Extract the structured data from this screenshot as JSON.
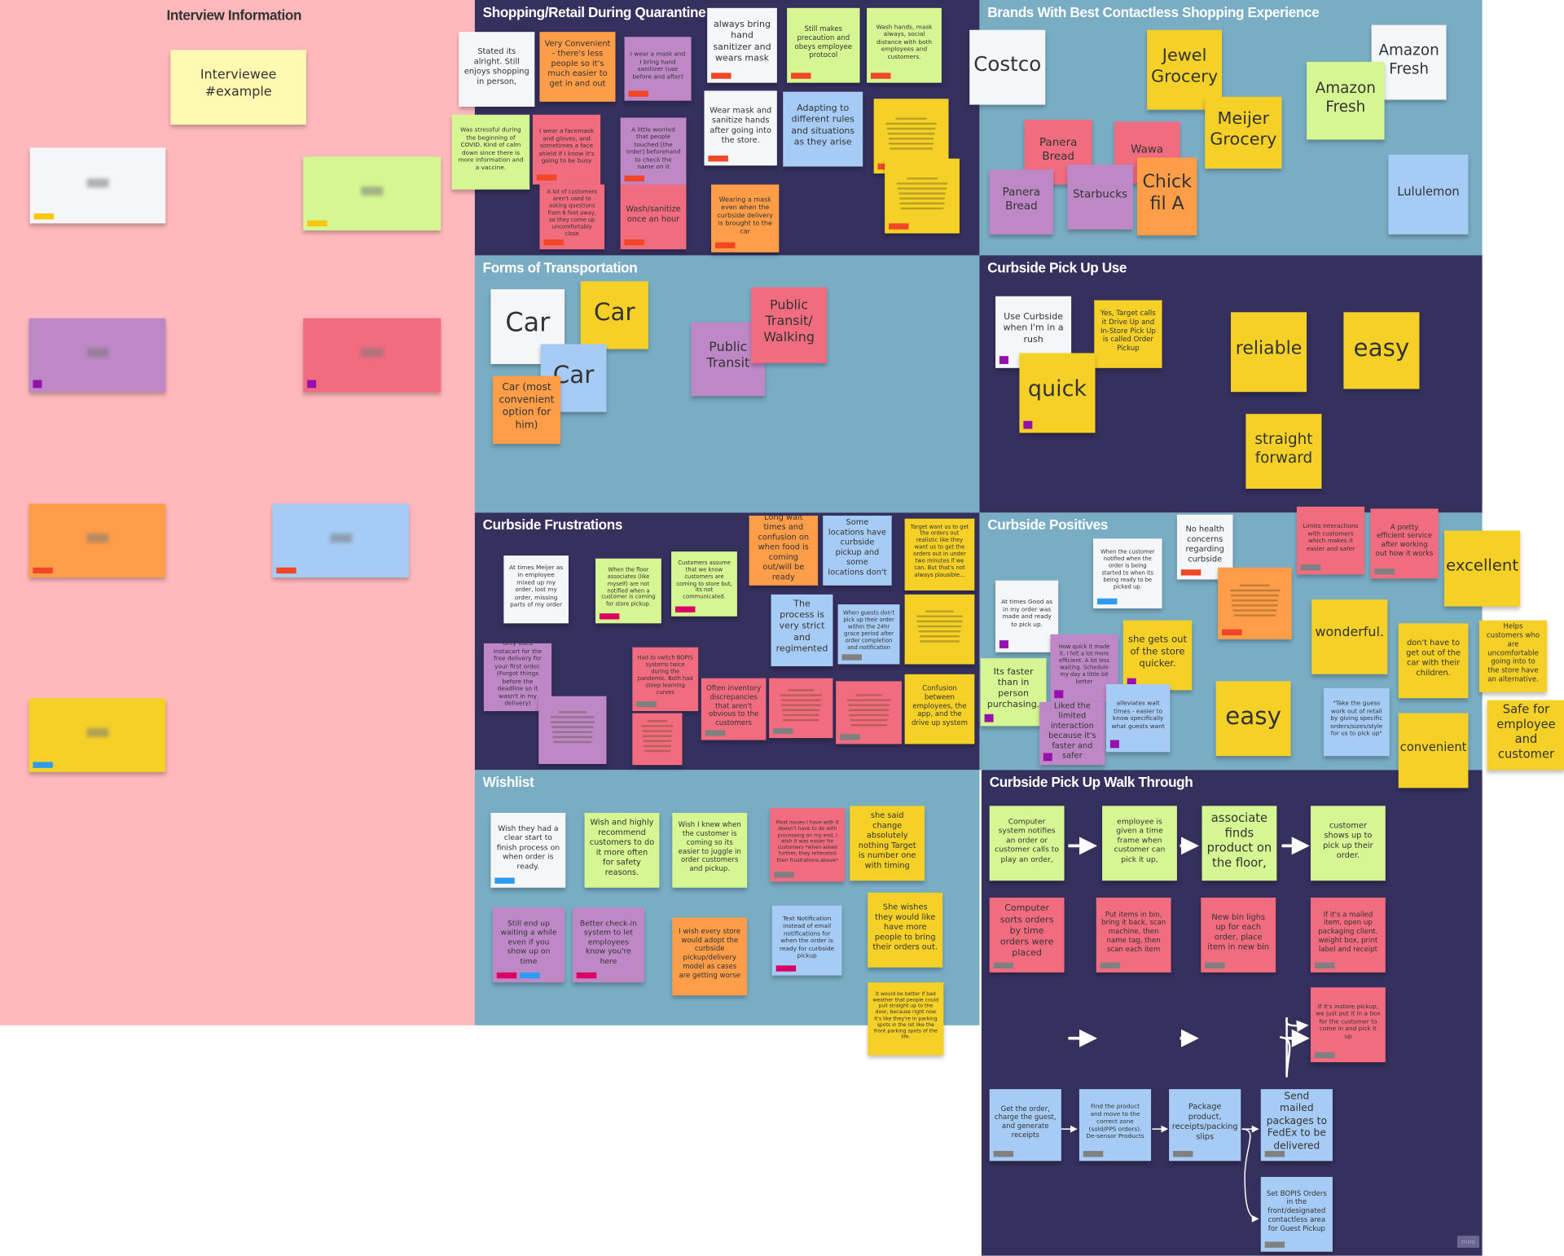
{
  "board": {
    "watermark": "miro"
  },
  "palette": {
    "white": "#f5f6f8",
    "yellow": "#f5d128",
    "lightyellow": "#fff9b1",
    "green": "#d5f692",
    "orange": "#ff9d48",
    "pink": "#f16c7f",
    "purple": "#be88c7",
    "blue": "#a6ccf5",
    "tag_red": "#f24726",
    "tag_pink": "#da0063",
    "tag_gray": "#808080",
    "tag_blue": "#2d9bf0",
    "tag_purple": "#9510ac",
    "tag_yellow": "#fac710",
    "frame_pink": "#ffb9bc",
    "frame_dark": "#35305e",
    "frame_blue": "#79adc4"
  },
  "sections": [
    {
      "id": "interview",
      "title": "Interview Information",
      "notes": [
        {
          "text": "Interviewee #example",
          "color": "lightyellow",
          "tags": []
        },
        {
          "text": "",
          "blurred": true,
          "color": "white",
          "tags": [
            "tag_yellow"
          ]
        },
        {
          "text": "",
          "blurred": true,
          "color": "green",
          "tags": [
            "tag_yellow"
          ]
        },
        {
          "text": "",
          "blurred": true,
          "color": "purple",
          "tags": [
            "tag_purple"
          ]
        },
        {
          "text": "",
          "blurred": true,
          "color": "pink",
          "tags": [
            "tag_purple"
          ]
        },
        {
          "text": "",
          "blurred": true,
          "color": "orange",
          "tags": [
            "tag_red"
          ]
        },
        {
          "text": "",
          "blurred": true,
          "color": "blue",
          "tags": [
            "tag_red"
          ]
        },
        {
          "text": "",
          "blurred": true,
          "color": "yellow",
          "tags": [
            "tag_blue"
          ]
        }
      ]
    },
    {
      "id": "shopping",
      "title": "Shopping/Retail During Quarantine",
      "notes": [
        {
          "text": "Stated its alright. Still enjoys shopping in person,",
          "color": "white",
          "tags": []
        },
        {
          "text": "Very Convenient - there's less people so it's much easier to get in and out",
          "color": "orange",
          "tags": []
        },
        {
          "text": "I wear a mask and I bring hand sanitizer (use before and after)",
          "color": "purple",
          "tags": [
            "tag_red"
          ]
        },
        {
          "text": "always bring hand sanitizer and wears mask",
          "color": "white",
          "tags": [
            "tag_red"
          ]
        },
        {
          "text": "Still makes precaution and obeys employee protocol",
          "color": "green",
          "tags": [
            "tag_red"
          ]
        },
        {
          "text": "Wash hands, mask always, social distance with both employees and customers.",
          "color": "green",
          "tags": [
            "tag_red"
          ]
        },
        {
          "text": "Was stressful during the beginning of COVID. Kind of calm down since there is more information and a vaccine.",
          "color": "green",
          "tags": []
        },
        {
          "text": "I wear a facemask and gloves, and sometimes a face shield if I know it's going to be busy",
          "color": "pink",
          "tags": [
            "tag_red"
          ]
        },
        {
          "text": "A little worried that people touched [the order] beforehand to check the name on it",
          "color": "purple",
          "tags": [
            "tag_red"
          ]
        },
        {
          "text": "Wear mask and sanitize hands after going into the store.",
          "color": "white",
          "tags": [
            "tag_red"
          ]
        },
        {
          "text": "Adapting to different rules and situations as they arise",
          "color": "blue",
          "tags": []
        },
        {
          "text": "",
          "illegible": true,
          "color": "yellow",
          "tags": [
            "tag_red"
          ]
        },
        {
          "text": "",
          "illegible": true,
          "color": "yellow",
          "tags": [
            "tag_red"
          ]
        },
        {
          "text": "A lot of customers aren't used to asking questions from 6 feet away, so they come up uncomfortably close",
          "color": "pink",
          "tags": [
            "tag_red"
          ]
        },
        {
          "text": "Wash/sanitize once an hour",
          "color": "pink",
          "tags": [
            "tag_red"
          ]
        },
        {
          "text": "Wearing a mask even when the curbside delivery is brought to the car",
          "color": "orange",
          "tags": [
            "tag_red"
          ]
        }
      ]
    },
    {
      "id": "brands",
      "title": "Brands With Best Contactless Shopping Experience",
      "notes": [
        {
          "text": "Costco",
          "color": "white",
          "tags": []
        },
        {
          "text": "Jewel Grocery",
          "color": "yellow",
          "tags": []
        },
        {
          "text": "Amazon Fresh",
          "color": "white",
          "tags": []
        },
        {
          "text": "Amazon Fresh",
          "color": "green",
          "tags": []
        },
        {
          "text": "Meijer Grocery",
          "color": "yellow",
          "tags": []
        },
        {
          "text": "Panera Bread",
          "color": "pink",
          "tags": []
        },
        {
          "text": "Wawa",
          "color": "pink",
          "tags": []
        },
        {
          "text": "Panera Bread",
          "color": "purple",
          "tags": []
        },
        {
          "text": "Starbucks",
          "color": "purple",
          "tags": []
        },
        {
          "text": "Chick fil A",
          "color": "orange",
          "tags": []
        },
        {
          "text": "Lululemon",
          "color": "blue",
          "tags": []
        }
      ]
    },
    {
      "id": "transport",
      "title": "Forms of Transportation",
      "notes": [
        {
          "text": "Car",
          "color": "white",
          "tags": []
        },
        {
          "text": "Car",
          "color": "yellow",
          "tags": []
        },
        {
          "text": "Car",
          "color": "blue",
          "tags": []
        },
        {
          "text": "Car (most convenient option for him)",
          "color": "orange",
          "tags": []
        },
        {
          "text": "Public Transit",
          "color": "purple",
          "tags": []
        },
        {
          "text": "Public Transit/ Walking",
          "color": "pink",
          "tags": []
        }
      ]
    },
    {
      "id": "pickupuse",
      "title": "Curbside Pick Up Use",
      "notes": [
        {
          "text": "Use Curbside when I'm in a rush",
          "color": "white",
          "tags": [
            "tag_purple"
          ]
        },
        {
          "text": "Yes, Target calls it Drive Up and In-Store Pick Up is called Order Pickup",
          "color": "yellow",
          "tags": []
        },
        {
          "text": "quick",
          "color": "yellow",
          "tags": [
            "tag_purple"
          ]
        },
        {
          "text": "reliable",
          "color": "yellow",
          "tags": []
        },
        {
          "text": "easy",
          "color": "yellow",
          "tags": []
        },
        {
          "text": "straight forward",
          "color": "yellow",
          "tags": []
        }
      ]
    },
    {
      "id": "frustrations",
      "title": "Curbside Frustrations",
      "notes": [
        {
          "text": "At times Meijer as in employee mixed up my order, lost my order, missing parts of my order",
          "color": "white",
          "tags": []
        },
        {
          "text": "When the floor associates (like myself) are not notified when a customer is coming for store pickup.",
          "color": "green",
          "tags": [
            "tag_pink"
          ]
        },
        {
          "text": "Customers assume that we know customers are coming to store but, its not communicated.",
          "color": "green",
          "tags": [
            "tag_pink"
          ]
        },
        {
          "text": "Long wait times and confusion on when food is coming out/will be ready",
          "color": "orange",
          "tags": []
        },
        {
          "text": "Some locations have curbside pickup and some locations don't",
          "color": "blue",
          "tags": []
        },
        {
          "text": "Target want us to get the orders out realistic like they want us to get the orders out in under two minutes if we can. But that's not always plausible...",
          "color": "yellow",
          "tags": []
        },
        {
          "text": "The process is very strict and regimented",
          "color": "blue",
          "tags": []
        },
        {
          "text": "When guests don't pick up their order within the 24hr grace period after order completion and notification",
          "color": "blue",
          "tags": [
            "tag_gray"
          ]
        },
        {
          "text": "",
          "illegible": true,
          "color": "yellow",
          "tags": []
        },
        {
          "text": "Only used Instacart for the free delivery for your first order. (Forgot things before the deadline so it wasn't in my delivery)",
          "color": "purple",
          "tags": []
        },
        {
          "text": "",
          "illegible": true,
          "color": "purple",
          "tags": []
        },
        {
          "text": "Had to switch BOPIS systems twice during the pandemic. Both had steep learning curves",
          "color": "pink",
          "tags": [
            "tag_gray"
          ]
        },
        {
          "text": "",
          "illegible": true,
          "color": "pink",
          "tags": []
        },
        {
          "text": "Often inventory discrepancies that aren't obvious to the customers",
          "color": "pink",
          "tags": [
            "tag_gray"
          ]
        },
        {
          "text": "",
          "illegible": true,
          "color": "pink",
          "tags": [
            "tag_gray"
          ]
        },
        {
          "text": "",
          "illegible": true,
          "color": "pink",
          "tags": [
            "tag_gray"
          ]
        },
        {
          "text": "Confusion between employees, the app, and the drive up system",
          "color": "yellow",
          "tags": []
        }
      ]
    },
    {
      "id": "positives",
      "title": "Curbside Positives",
      "notes": [
        {
          "text": "No health concerns regarding curbside",
          "color": "white",
          "tags": [
            "tag_red"
          ]
        },
        {
          "text": "When the customer notified when the order is being started to when its being ready to be picked up.",
          "color": "white",
          "tags": [
            "tag_blue"
          ]
        },
        {
          "text": "At times Good as in my order was made and ready to pick up.",
          "color": "white",
          "tags": [
            "tag_purple"
          ]
        },
        {
          "text": "",
          "illegible": true,
          "color": "orange",
          "tags": [
            "tag_red"
          ]
        },
        {
          "text": "Limits interactions with customers which makes it easier and safer",
          "color": "pink",
          "tags": [
            "tag_gray"
          ]
        },
        {
          "text": "A pretty efficient service after working out how it works",
          "color": "pink",
          "tags": [
            "tag_gray"
          ]
        },
        {
          "text": "excellent",
          "color": "yellow",
          "tags": []
        },
        {
          "text": "Its faster than in person purchasing.",
          "color": "green",
          "tags": [
            "tag_purple"
          ]
        },
        {
          "text": "How quick it made it. I felt a lot more efficient. A lot less waiting. Schedule my day a little bit better",
          "color": "purple",
          "tags": [
            "tag_purple"
          ]
        },
        {
          "text": "Liked the limited interaction because it's faster and safer",
          "color": "purple",
          "tags": [
            "tag_purple"
          ]
        },
        {
          "text": "she gets out of the store quicker.",
          "color": "yellow",
          "tags": [
            "tag_purple"
          ]
        },
        {
          "text": "alleviates wait times - easier to know specifically what guests want",
          "color": "blue",
          "tags": [
            "tag_purple"
          ]
        },
        {
          "text": "easy",
          "color": "yellow",
          "tags": []
        },
        {
          "text": "wonderful.",
          "color": "yellow",
          "tags": []
        },
        {
          "text": "don't have to get out of the car with their children.",
          "color": "yellow",
          "tags": []
        },
        {
          "text": "Helps customers who are uncomfortable going into to the store have an alternative.",
          "color": "yellow",
          "tags": []
        },
        {
          "text": "\"Take the guess work out of retail by giving specific orders/sizes/style for us to pick up\"",
          "color": "blue",
          "tags": []
        },
        {
          "text": "convenient",
          "color": "yellow",
          "tags": []
        },
        {
          "text": "Safe for employee and customer",
          "color": "yellow",
          "tags": []
        }
      ]
    },
    {
      "id": "wishlist",
      "title": "Wishlist",
      "notes": [
        {
          "text": "Wish they had a clear start to finish process on when order is ready.",
          "color": "white",
          "tags": [
            "tag_blue"
          ]
        },
        {
          "text": "Wish and highly recommend customers to do it more often for safety reasons.",
          "color": "green",
          "tags": []
        },
        {
          "text": "Wish I knew when the customer is coming so its easier to juggle in order customers and pickup.",
          "color": "green",
          "tags": []
        },
        {
          "text": "Most issues I have with it doesn't have to do with processing on my end, I wish it was easier for customers *when asked further, they reiterated their frustrations above*",
          "color": "pink",
          "tags": [
            "tag_gray"
          ]
        },
        {
          "text": "she said change absolutely nothing Target is number one with timing",
          "color": "yellow",
          "tags": []
        },
        {
          "text": "Still end up waiting a while even if you show up on time",
          "color": "purple",
          "tags": [
            "tag_pink",
            "tag_blue"
          ]
        },
        {
          "text": "Better check-in system to let employees know you're here",
          "color": "purple",
          "tags": [
            "tag_pink"
          ]
        },
        {
          "text": "I wish every store would adopt the curbside pickup/delivery model as cases are getting worse",
          "color": "orange",
          "tags": []
        },
        {
          "text": "Text Notification instead of email notifications for when the order is ready for curbside pickup",
          "color": "blue",
          "tags": [
            "tag_pink"
          ]
        },
        {
          "text": "She wishes they would like have more people to bring their orders out.",
          "color": "yellow",
          "tags": []
        },
        {
          "text": "It would be better if bad weather that people could pull straight up to the door, because right now it's like they're in parking spots in the lot like the front parking spots of the life.",
          "color": "yellow",
          "tags": []
        }
      ]
    },
    {
      "id": "walkthrough",
      "title": "Curbside Pick Up Walk Through",
      "notes": [
        {
          "text": "Computer system notifies an order or customer calls to play an order,",
          "color": "green",
          "tags": []
        },
        {
          "text": "employee is given a time frame when customer can pick it up,",
          "color": "green",
          "tags": []
        },
        {
          "text": "associate finds product on the floor,",
          "color": "green",
          "tags": []
        },
        {
          "text": "customer shows up to pick up their order.",
          "color": "green",
          "tags": []
        },
        {
          "text": "Computer sorts orders by time orders were placed",
          "color": "pink",
          "tags": [
            "tag_gray"
          ]
        },
        {
          "text": "Put items in bin, bring it back, scan machine, then name tag, then scan each item",
          "color": "pink",
          "tags": [
            "tag_gray"
          ]
        },
        {
          "text": "New bin lighs up for each order, place item in new bin",
          "color": "pink",
          "tags": [
            "tag_gray"
          ]
        },
        {
          "text": "If it's a mailed item, open up packaging client, weight box, print label and receipt",
          "color": "pink",
          "tags": [
            "tag_gray"
          ]
        },
        {
          "text": "If it's instore pickup, we just put it in a box for the customer to come in and pick it up",
          "color": "pink",
          "tags": [
            "tag_gray"
          ]
        },
        {
          "text": "Get the order, charge the guest, and generate receipts",
          "color": "blue",
          "tags": [
            "tag_gray"
          ]
        },
        {
          "text": "Find the product and move to the correct zone (sold/PPS orders). De-sensor Products",
          "color": "blue",
          "tags": [
            "tag_gray"
          ]
        },
        {
          "text": "Package product, receipts/packing slips",
          "color": "blue",
          "tags": [
            "tag_gray"
          ]
        },
        {
          "text": "Send mailed packages to FedEx to be delivered",
          "color": "blue",
          "tags": [
            "tag_gray"
          ]
        },
        {
          "text": "Set BOPIS Orders in the front/designated contactless area for Guest Pickup",
          "color": "blue",
          "tags": [
            "tag_gray"
          ]
        }
      ]
    }
  ]
}
